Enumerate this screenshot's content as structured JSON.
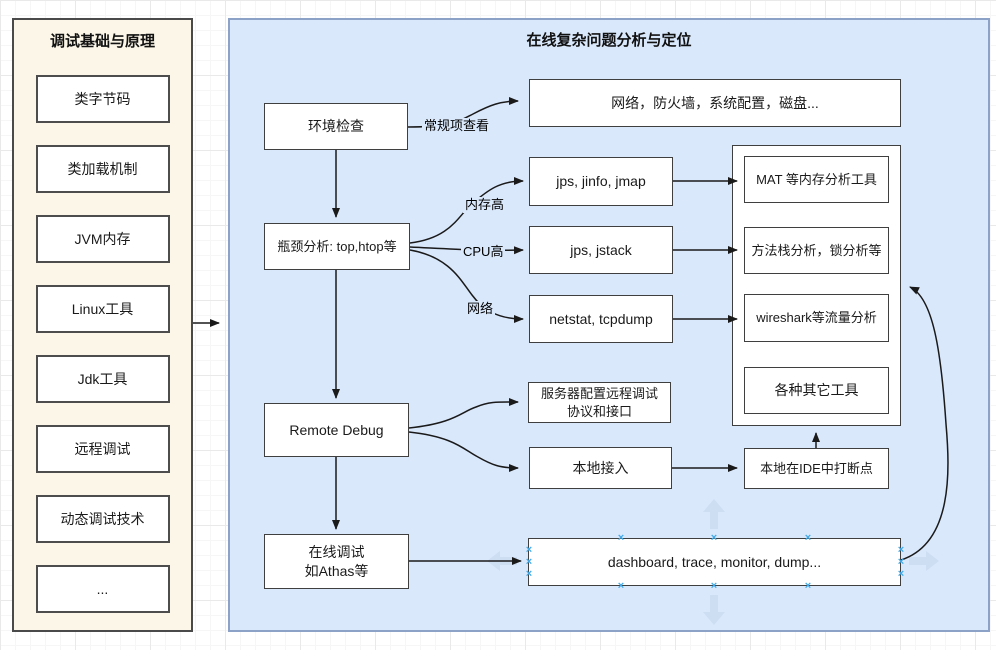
{
  "left_panel": {
    "title": "调试基础与原理",
    "items": [
      "类字节码",
      "类加载机制",
      "JVM内存",
      "Linux工具",
      "Jdk工具",
      "远程调试",
      "动态调试技术",
      "..."
    ]
  },
  "right_panel": {
    "title": "在线复杂问题分析与定位"
  },
  "nodes": {
    "env_check": "环境检查",
    "network": "网络，防火墙，系统配置，磁盘...",
    "bottleneck": "瓶颈分析: top,htop等",
    "jmap": "jps, jinfo, jmap",
    "jstack": "jps, jstack",
    "netstat": "netstat, tcpdump",
    "mat": "MAT 等内存分析工具",
    "stack_analysis": "方法栈分析，锁分析等",
    "wireshark": "wireshark等流量分析",
    "other_tools": "各种其它工具",
    "remote_debug": "Remote Debug",
    "server_config": "服务器配置远程调试\n协议和接口",
    "local_access": "本地接入",
    "ide_breakpoint": "本地在IDE中打断点",
    "online_debug": "在线调试\n如Athas等",
    "dashboard": "dashboard, trace, monitor, dump..."
  },
  "edge_labels": {
    "regular_check": "常规项查看",
    "memory_high": "内存高",
    "cpu_high": "CPU高",
    "network": "网络"
  },
  "colors": {
    "left_panel_fill": "#FBF6E8",
    "right_panel_fill": "#DAE8FC",
    "right_panel_stroke": "#8CA3C7",
    "node_stroke": "#3F3F3F",
    "arrow": "#1A1A1A",
    "connection_point": "#3FA9E8",
    "direction_arrow": "#CBDCF1"
  }
}
